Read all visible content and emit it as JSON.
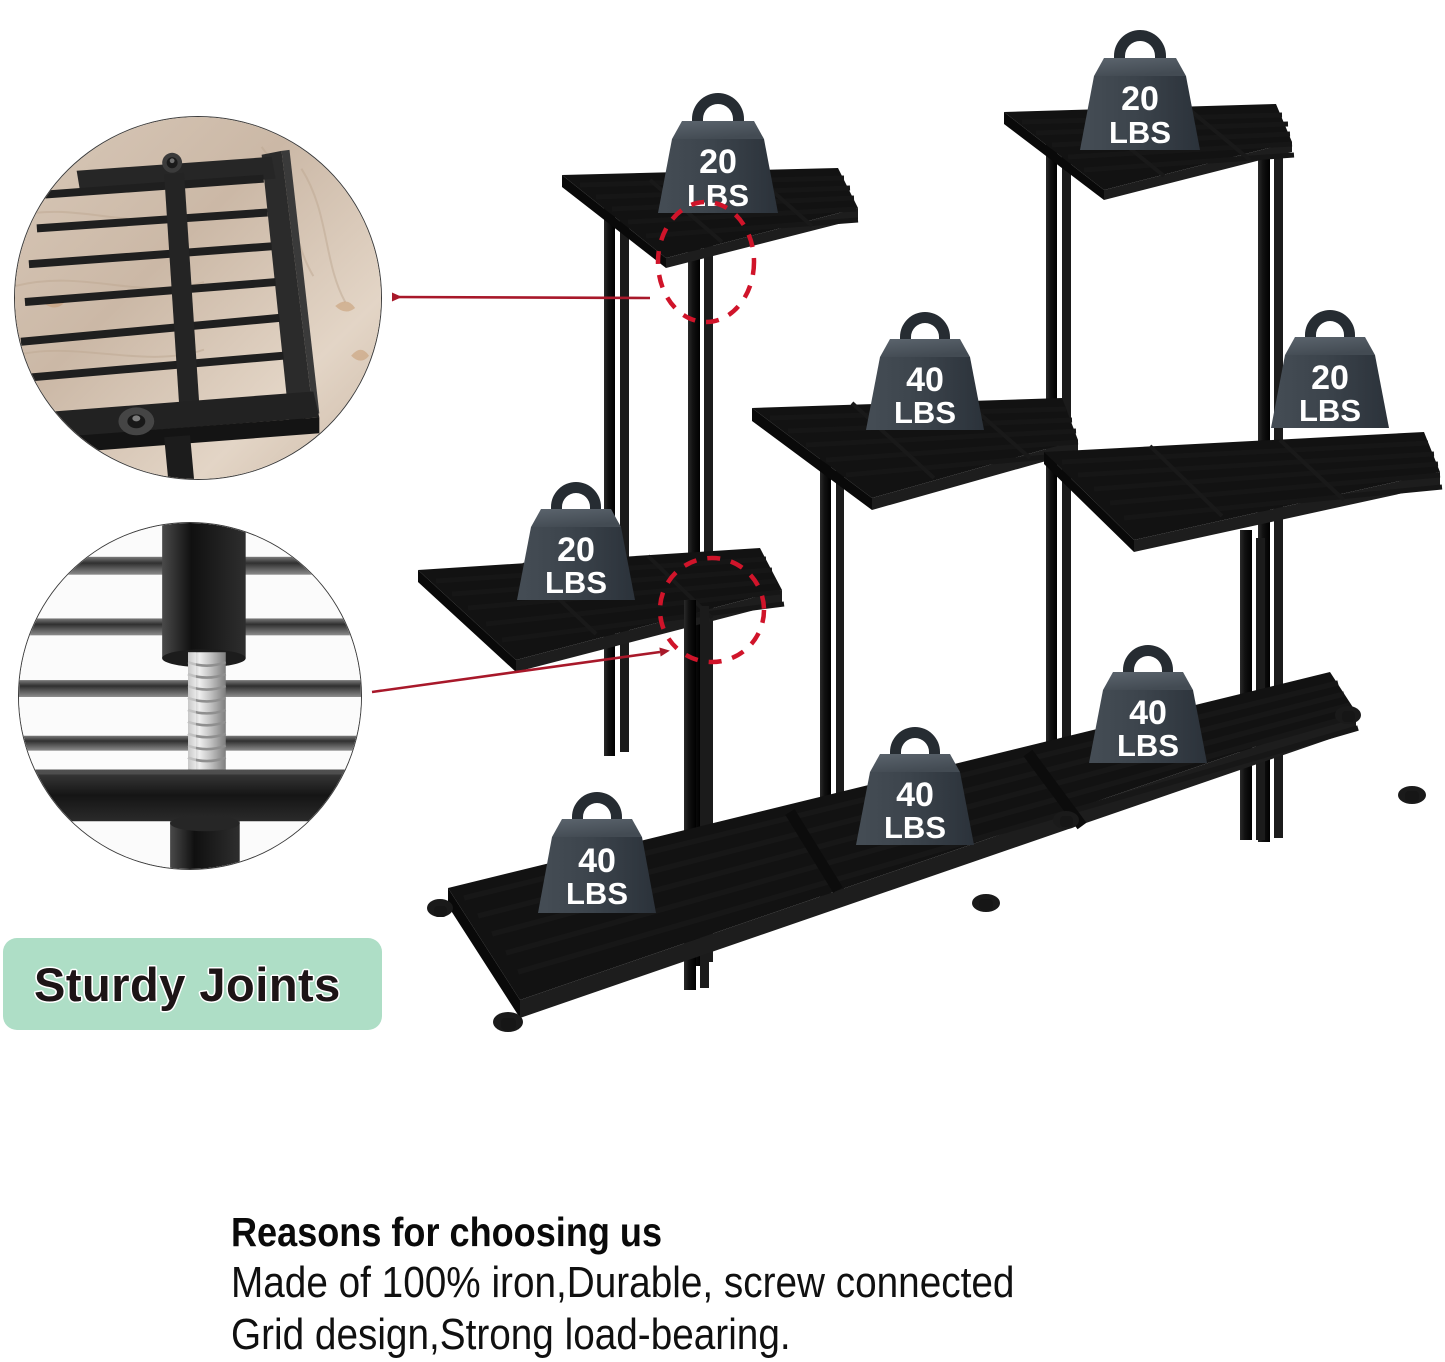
{
  "product": {
    "type": "multi-tier-metal-plant-stand",
    "frame_color": "#141414",
    "background_color": "#ffffff"
  },
  "badge": {
    "label": "Sturdy Joints",
    "background_color": "#aedec6",
    "text_color": "#1d1416"
  },
  "copy": {
    "heading": "Reasons for choosing us",
    "line1": "Made of 100% iron,Durable, screw connected",
    "line2": "Grid design,Strong load-bearing."
  },
  "detail_circles": [
    {
      "name": "grid-joint-closeup",
      "description": "Close-up photo of shelf grid corner with screw joints on a beige wall background",
      "background_color": "#c9b6a6"
    },
    {
      "name": "screw-thread-closeup",
      "description": "Close-up photo of a threaded screw bolt joining the post to the shelf frame",
      "background_color": "#f2f2f2"
    }
  ],
  "annotations": {
    "arrow_color": "#a8182a",
    "highlight_circle_color": "#d0142a",
    "arrows": [
      {
        "name": "arrow-to-grid-detail",
        "direction": "left"
      },
      {
        "name": "arrow-to-screw-detail",
        "direction": "right"
      }
    ],
    "highlight_circles": [
      {
        "name": "highlight-upper-joint"
      },
      {
        "name": "highlight-lower-joint"
      }
    ]
  },
  "weights": [
    {
      "id": "w1",
      "value": "20",
      "unit": "LBS",
      "shelf": "top-left-tier"
    },
    {
      "id": "w2",
      "value": "20",
      "unit": "LBS",
      "shelf": "top-right-tier"
    },
    {
      "id": "w3",
      "value": "40",
      "unit": "LBS",
      "shelf": "middle-center-tier"
    },
    {
      "id": "w4",
      "value": "20",
      "unit": "LBS",
      "shelf": "middle-right-tier"
    },
    {
      "id": "w5",
      "value": "20",
      "unit": "LBS",
      "shelf": "middle-left-tier"
    },
    {
      "id": "w6",
      "value": "40",
      "unit": "LBS",
      "shelf": "bottom-right-section"
    },
    {
      "id": "w7",
      "value": "40",
      "unit": "LBS",
      "shelf": "bottom-center-section"
    },
    {
      "id": "w8",
      "value": "40",
      "unit": "LBS",
      "shelf": "bottom-left-section"
    }
  ],
  "weight_style": {
    "body_color": "#3c444c",
    "body_dark": "#2c333a",
    "handle_color": "#262c32",
    "text_color": "#ffffff"
  }
}
